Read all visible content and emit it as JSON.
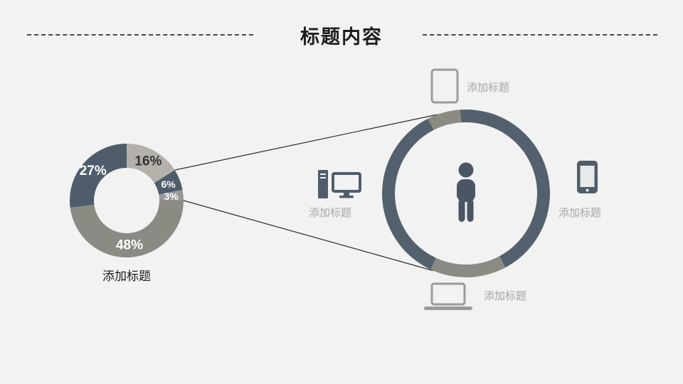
{
  "slide": {
    "title": "标题内容",
    "background_color": "#f2f2f2"
  },
  "chart_data": [
    {
      "type": "pie",
      "subtype": "donut",
      "caption": "添加标题",
      "labels": [
        "16%",
        "6%",
        "3%",
        "48%",
        "27%"
      ],
      "values": [
        16,
        6,
        3,
        48,
        27
      ],
      "colors": [
        "#b4b1ab",
        "#4f5d6b",
        "#98989a",
        "#8b8a83",
        "#4f5d6b"
      ],
      "label_colors": [
        "#333333",
        "#ffffff",
        "#ffffff",
        "#ffffff",
        "#ffffff"
      ],
      "start_angle_deg": 0,
      "clockwise": true
    },
    {
      "type": "pie",
      "subtype": "ring",
      "segments": [
        {
          "color": "#8b8a83",
          "start_deg": -27,
          "end_deg": -4
        },
        {
          "color": "#53606d",
          "start_deg": -4,
          "end_deg": 152
        },
        {
          "color": "#8b8a83",
          "start_deg": 152,
          "end_deg": 205
        },
        {
          "color": "#53606d",
          "start_deg": 205,
          "end_deg": 333
        }
      ]
    }
  ],
  "ring_items": [
    {
      "icon": "tablet-icon",
      "label": "添加标题"
    },
    {
      "icon": "desktop-computer-icon",
      "label": "添加标题"
    },
    {
      "icon": "smartphone-icon",
      "label": "添加标题"
    },
    {
      "icon": "laptop-icon",
      "label": "添加标题"
    }
  ],
  "center_icon": "person-icon",
  "connector_color": "#2b2b2b"
}
